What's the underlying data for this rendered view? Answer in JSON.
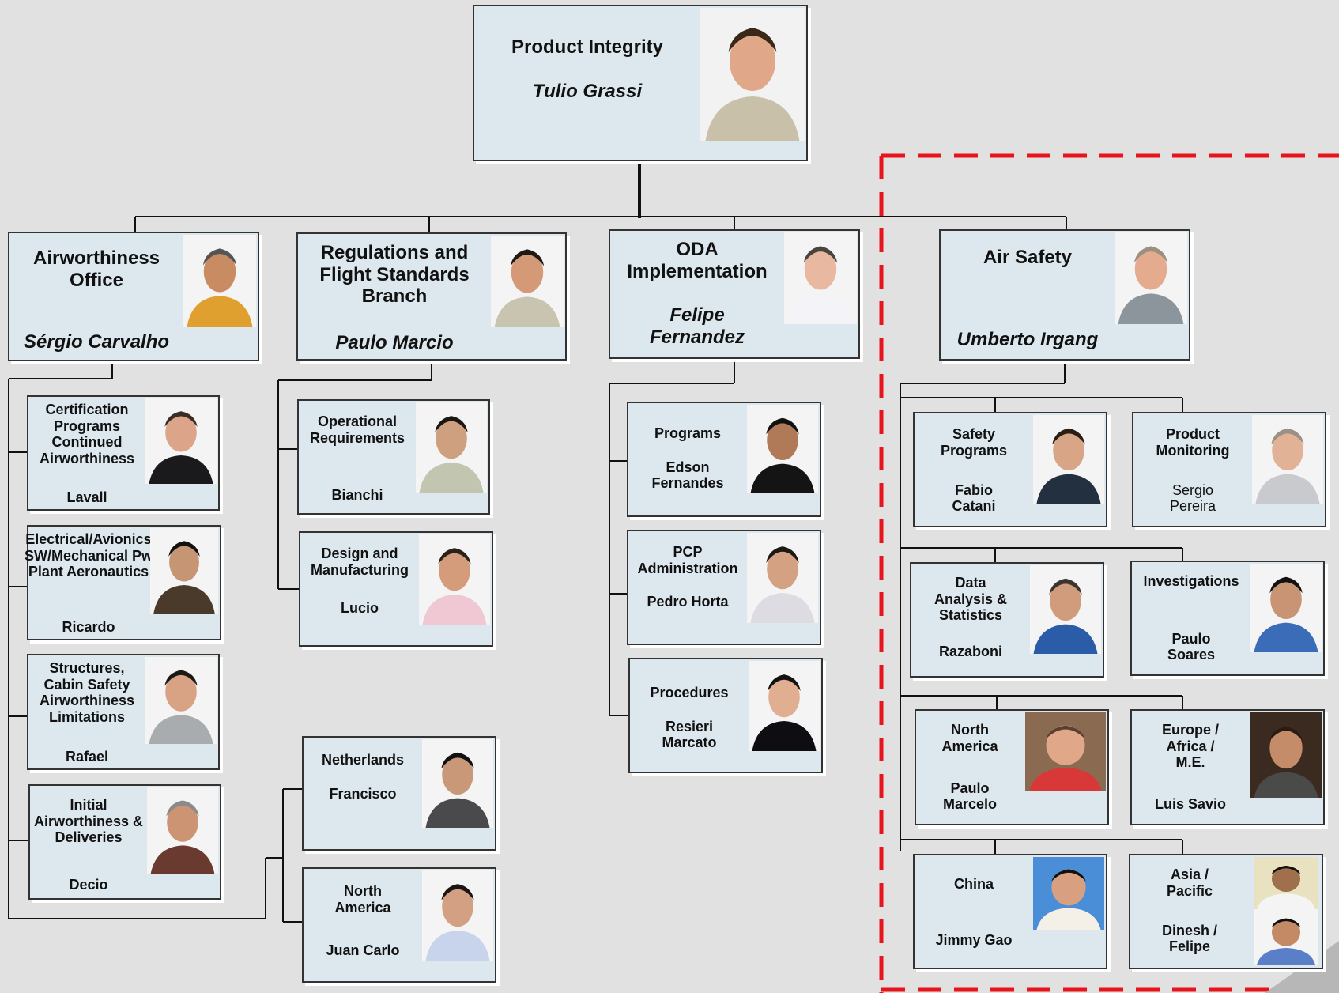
{
  "top": {
    "title": "Product Integrity",
    "name": "Tulio Grassi"
  },
  "branches": [
    {
      "title": "Airworthiness Office",
      "name": "Sérgio Carvalho"
    },
    {
      "title": "Regulations and Flight Standards Branch",
      "name": "Paulo Marcio"
    },
    {
      "title": "ODA Implementation",
      "name": "Felipe Fernandez"
    },
    {
      "title": "Air Safety",
      "name": "Umberto Irgang"
    }
  ],
  "airworthiness_units": [
    {
      "title": "Certification Programs Continued Airworthiness",
      "name": "Lavall"
    },
    {
      "title": "Electrical/Avionics SW/Mechanical Pw Plant Aeronautics",
      "name": "Ricardo"
    },
    {
      "title": "Structures, Cabin Safety Airworthiness Limitations",
      "name": "Rafael"
    },
    {
      "title": "Initial Airworthiness & Deliveries",
      "name": "Decio"
    }
  ],
  "regulations_units": [
    {
      "title": "Operational Requirements",
      "name": "Bianchi"
    },
    {
      "title": "Design and Manufacturing",
      "name": "Lucio"
    },
    {
      "title": "Netherlands",
      "name": "Francisco"
    },
    {
      "title": "North America",
      "name": "Juan Carlo"
    }
  ],
  "oda_units": [
    {
      "title": "Programs",
      "name": "Edson Fernandes"
    },
    {
      "title": "PCP Administration",
      "name": "Pedro Horta"
    },
    {
      "title": "Procedures",
      "name": "Resieri Marcato"
    }
  ],
  "air_safety_units": [
    {
      "title": "Safety Programs",
      "name": "Fabio Catani"
    },
    {
      "title": "Product Monitoring",
      "name": "Sergio Pereira"
    },
    {
      "title": "Data Analysis & Statistics",
      "name": "Razaboni"
    },
    {
      "title": "Investigations",
      "name": "Paulo Soares"
    },
    {
      "title": "North America",
      "name": "Paulo Marcelo"
    },
    {
      "title": "Europe / Africa / M.E.",
      "name": "Luis Savio"
    },
    {
      "title": "China",
      "name": "Jimmy Gao"
    },
    {
      "title": "Asia / Pacific",
      "name": "Dinesh / Felipe"
    }
  ],
  "colors": {
    "background": "#e1e1e1",
    "box": "#dde8ee",
    "border": "#333333",
    "dashed_region": "#e8141b"
  },
  "icons": [
    "person-photo"
  ]
}
